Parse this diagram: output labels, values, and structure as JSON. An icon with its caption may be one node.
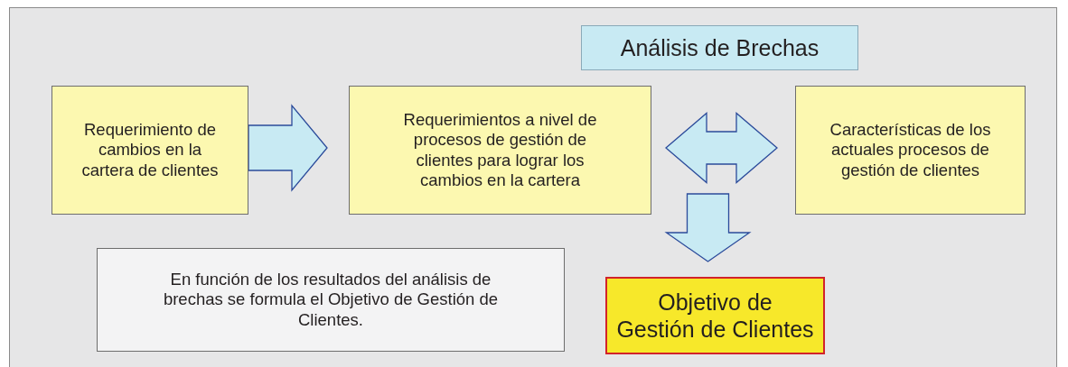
{
  "diagram": {
    "nodes": [
      {
        "text": [
          "Análisis de Brechas"
        ]
      },
      {
        "text": [
          "Requerimiento de cambios en la cartera de clientes"
        ]
      },
      {
        "text": [
          "Requerimientos a nivel de procesos de gestión de clientes para lograr los cambios en la cartera"
        ]
      },
      {
        "text": [
          "Características de los actuales procesos de gestión de clientes"
        ]
      },
      {
        "text": [
          "En función de los resultados del análisis de brechas se formula el Objetivo de Gestión de Clientes."
        ]
      },
      {
        "text": [
          "Objetivo de Gestión de Clientes"
        ]
      }
    ],
    "edges": [
      {
        "from": 1,
        "to": 2,
        "arrow": "to"
      },
      {
        "from": 2,
        "to": 3,
        "arrow": "both"
      },
      {
        "from": null,
        "to": 5,
        "arrow": "to"
      }
    ]
  }
}
